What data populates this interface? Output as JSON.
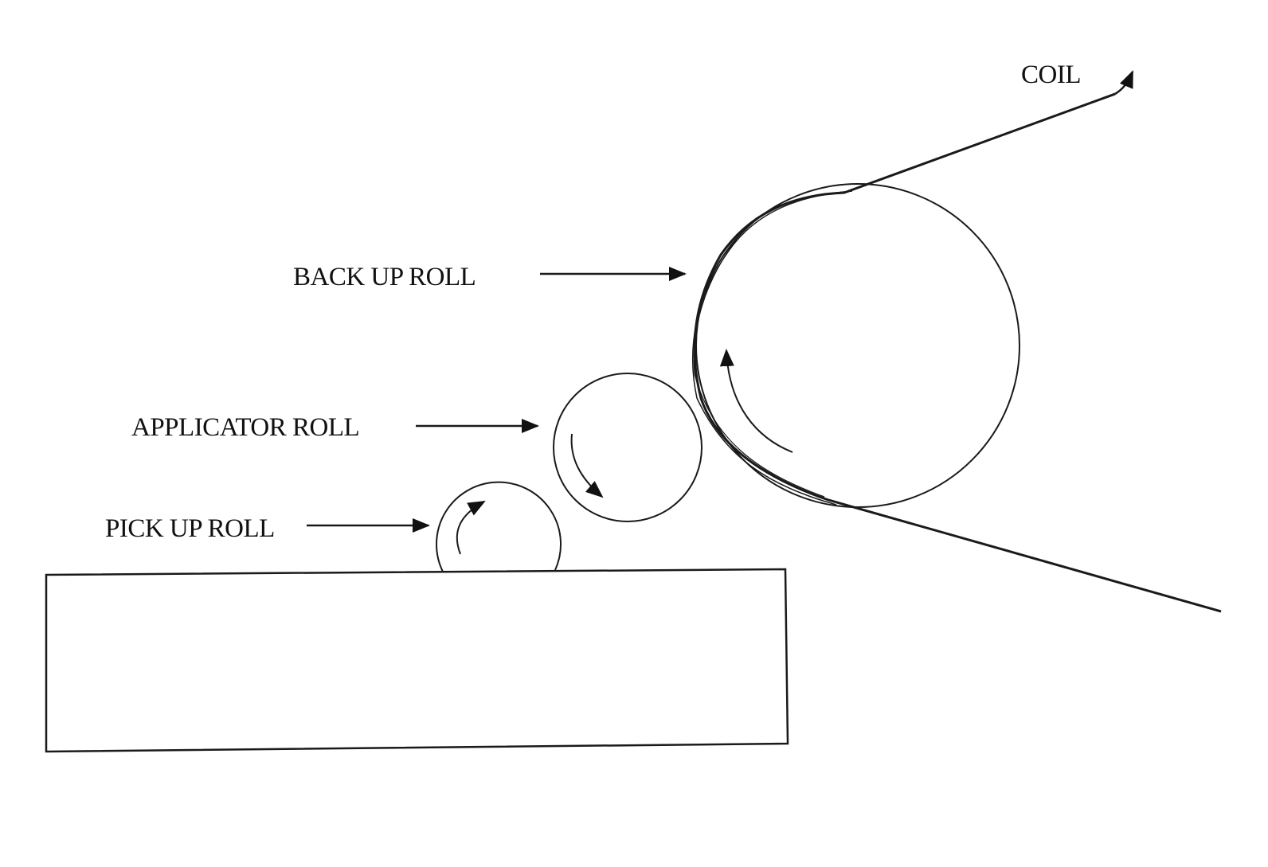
{
  "labels": {
    "coil": "COIL",
    "back_up_roll": "BACK UP ROLL",
    "applicator_roll": "APPLICATOR ROLL",
    "pick_up_roll": "PICK UP ROLL"
  },
  "colors": {
    "ink": "#1a1a1a",
    "background": "#ffffff"
  }
}
